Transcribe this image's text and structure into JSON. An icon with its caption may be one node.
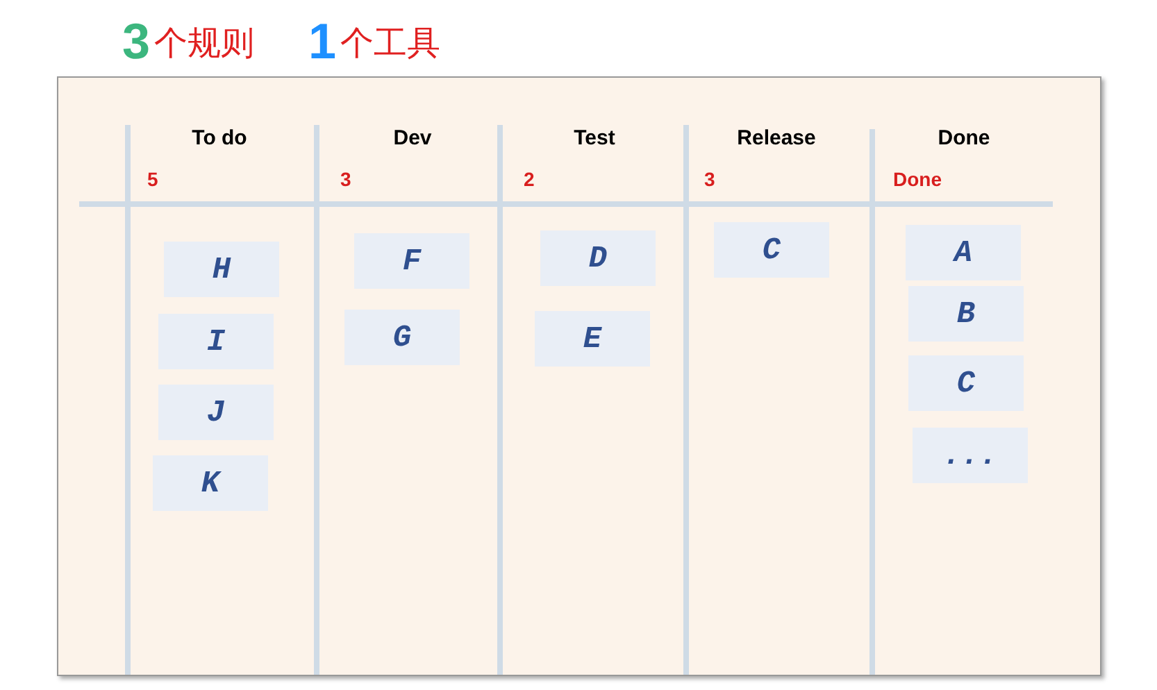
{
  "diagram": {
    "nodes": [
      {
        "text": [],
        "shape": "box"
      },
      {
        "text": [
          "H"
        ],
        "in": 0
      },
      {
        "text": [
          "I"
        ],
        "in": 0
      },
      {
        "text": [
          "J"
        ],
        "in": 0
      },
      {
        "text": [
          "K"
        ],
        "in": 0
      },
      {
        "text": [
          "F"
        ],
        "in": 0
      },
      {
        "text": [
          "G"
        ],
        "in": 0
      },
      {
        "text": [
          "D"
        ],
        "in": 0
      },
      {
        "text": [
          "E"
        ],
        "in": 0
      },
      {
        "text": [
          "C"
        ],
        "in": 0
      },
      {
        "text": [
          "A"
        ],
        "in": 0
      },
      {
        "text": [
          "B"
        ],
        "in": 0
      },
      {
        "text": [
          "C"
        ],
        "in": 0
      },
      {
        "text": [
          "..."
        ],
        "in": 0
      }
    ],
    "edges": [],
    "labels": [
      "3",
      "个规则",
      "1",
      "个工具",
      "To do",
      "Dev",
      "Test",
      "Release",
      "Done",
      "5",
      "3",
      "2",
      "3",
      "Done"
    ]
  }
}
